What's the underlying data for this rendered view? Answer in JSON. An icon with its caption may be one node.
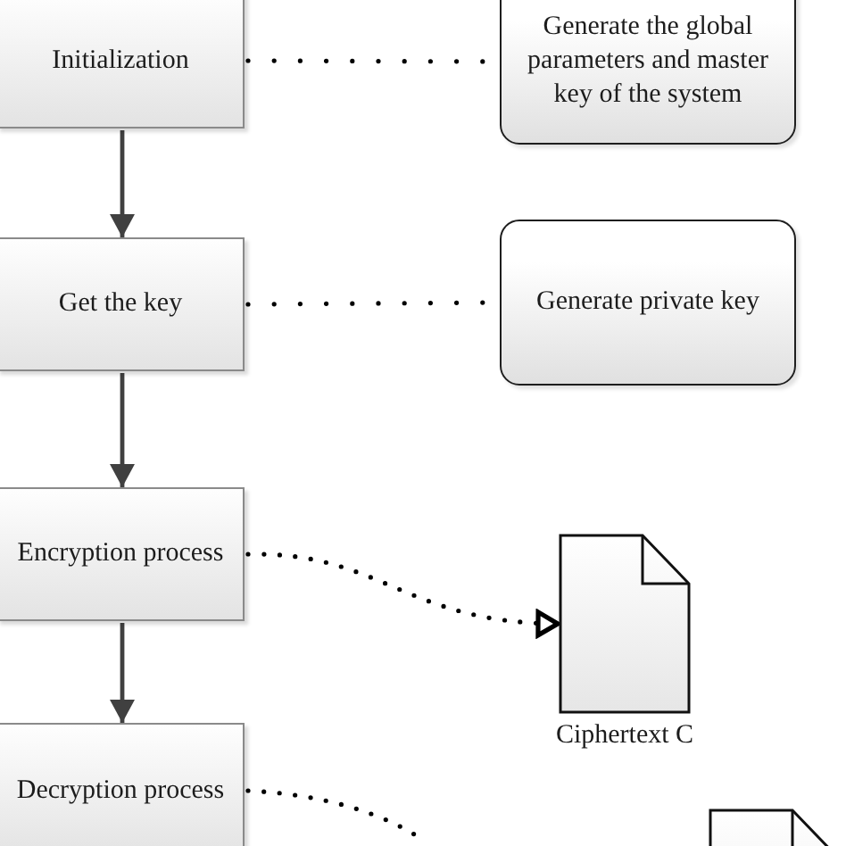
{
  "diagram": {
    "nodes": [
      {
        "text": [
          "Initialization"
        ]
      },
      {
        "text": [
          "Generate the global parameters and master key of the system"
        ]
      },
      {
        "text": [
          "Get the key"
        ]
      },
      {
        "text": [
          "Generate private key"
        ]
      },
      {
        "text": [
          "Encryption process"
        ]
      },
      {
        "text": [],
        "shape": "document",
        "beside": [
          "Ciphertext C"
        ]
      },
      {
        "text": [
          "Decryption process"
        ]
      },
      {
        "text": [],
        "shape": "document"
      }
    ],
    "edges": [
      {
        "from": 0,
        "to": 2,
        "arrow": "to",
        "color": "#404040"
      },
      {
        "from": 2,
        "to": 4,
        "arrow": "to",
        "color": "#404040"
      },
      {
        "from": 4,
        "to": 6,
        "arrow": "to",
        "color": "#404040"
      },
      {
        "from": 0,
        "to": 1,
        "arrow": "none",
        "style": "dashed"
      },
      {
        "from": 2,
        "to": 3,
        "arrow": "none",
        "style": "dashed"
      },
      {
        "from": 4,
        "to": 5,
        "arrow": "to",
        "style": "dashed"
      },
      {
        "from": 6,
        "to": null,
        "arrow": "none",
        "style": "dashed"
      }
    ]
  }
}
